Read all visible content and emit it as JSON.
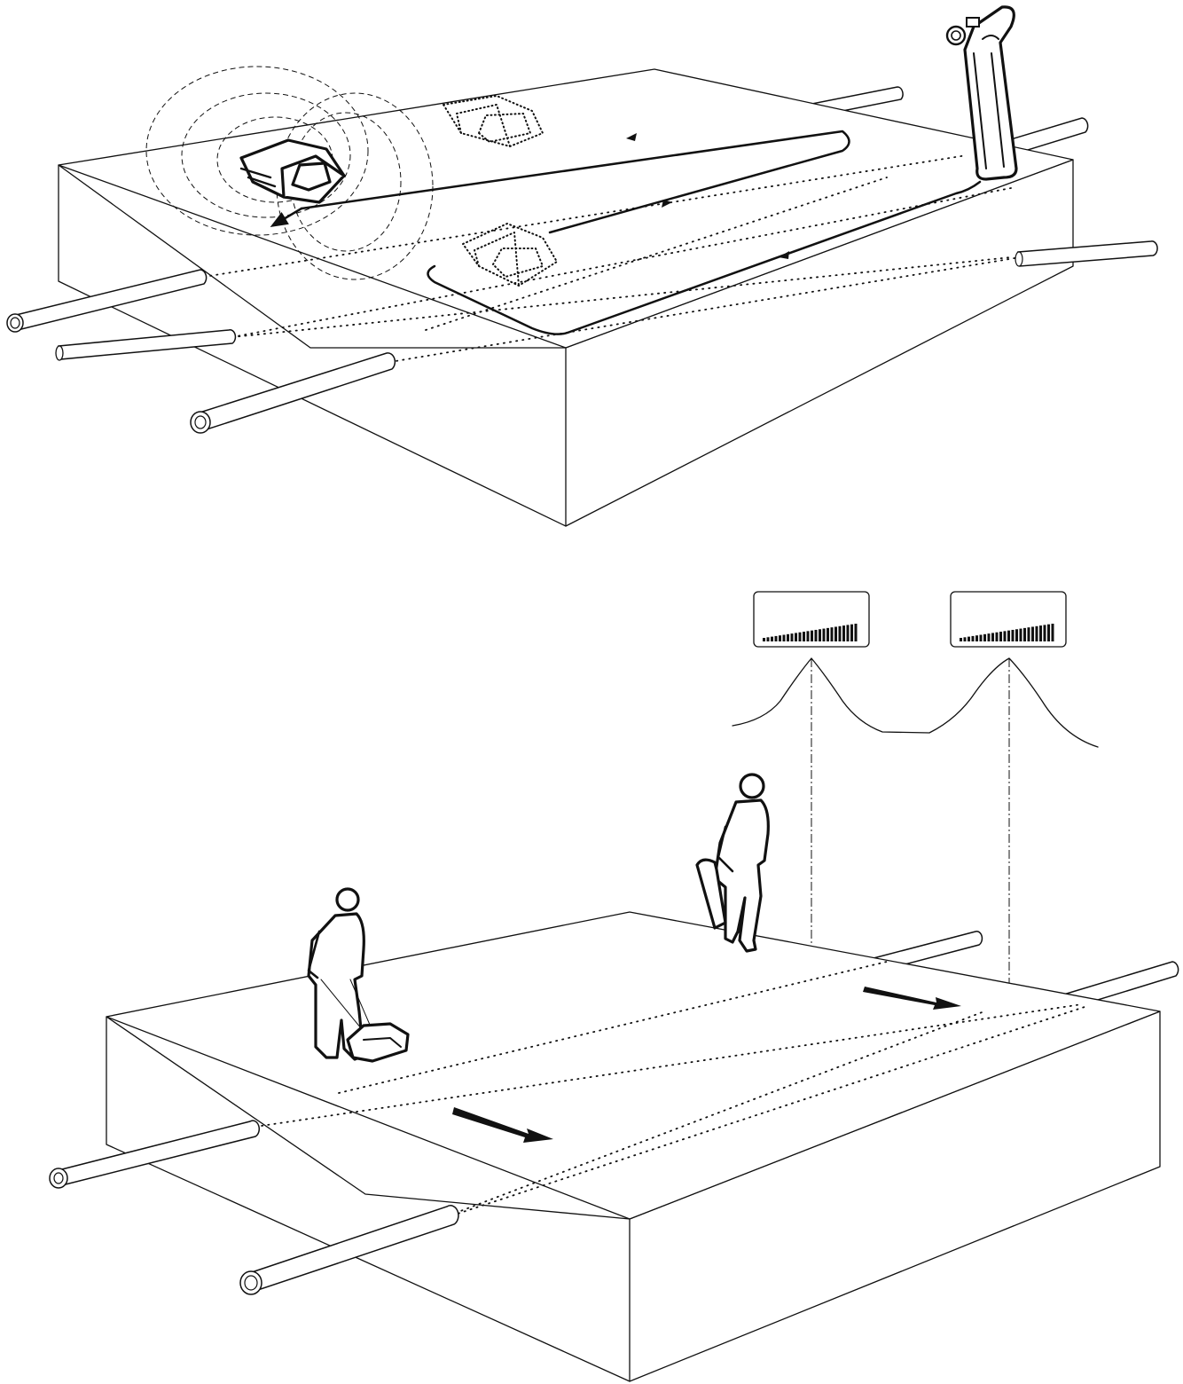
{
  "figure": {
    "panels": [
      {
        "id": "top",
        "content": "transmitter-loop-scene"
      },
      {
        "id": "bottom",
        "content": "two-person-sweep-scene"
      }
    ],
    "signal_bar_count": 24,
    "colors": {
      "stroke": "#111111",
      "background": "#ffffff"
    }
  }
}
